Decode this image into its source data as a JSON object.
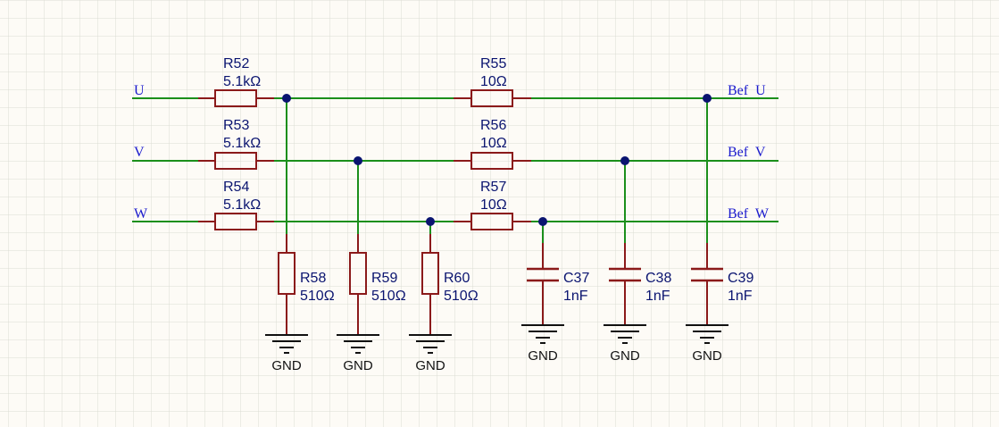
{
  "nets": {
    "u": "U",
    "v": "V",
    "w": "W",
    "bef_u": "Bef  U",
    "bef_v": "Bef  V",
    "bef_w": "Bef  W"
  },
  "resistors": {
    "r52": {
      "designator": "R52",
      "value": "5.1kΩ"
    },
    "r53": {
      "designator": "R53",
      "value": "5.1kΩ"
    },
    "r54": {
      "designator": "R54",
      "value": "5.1kΩ"
    },
    "r55": {
      "designator": "R55",
      "value": "10Ω"
    },
    "r56": {
      "designator": "R56",
      "value": "10Ω"
    },
    "r57": {
      "designator": "R57",
      "value": "10Ω"
    },
    "r58": {
      "designator": "R58",
      "value": "510Ω"
    },
    "r59": {
      "designator": "R59",
      "value": "510Ω"
    },
    "r60": {
      "designator": "R60",
      "value": "510Ω"
    }
  },
  "capacitors": {
    "c37": {
      "designator": "C37",
      "value": "1nF"
    },
    "c38": {
      "designator": "C38",
      "value": "1nF"
    },
    "c39": {
      "designator": "C39",
      "value": "1nF"
    }
  },
  "ground_label": "GND",
  "colors": {
    "background": "#fdfbf6",
    "grid": "#dcdcd4",
    "wire": "#1b8f1b",
    "component": "#8b1a1a",
    "junction": "#0a1470",
    "designator_text": "#0a1470",
    "net_label_text": "#1a1acd"
  }
}
